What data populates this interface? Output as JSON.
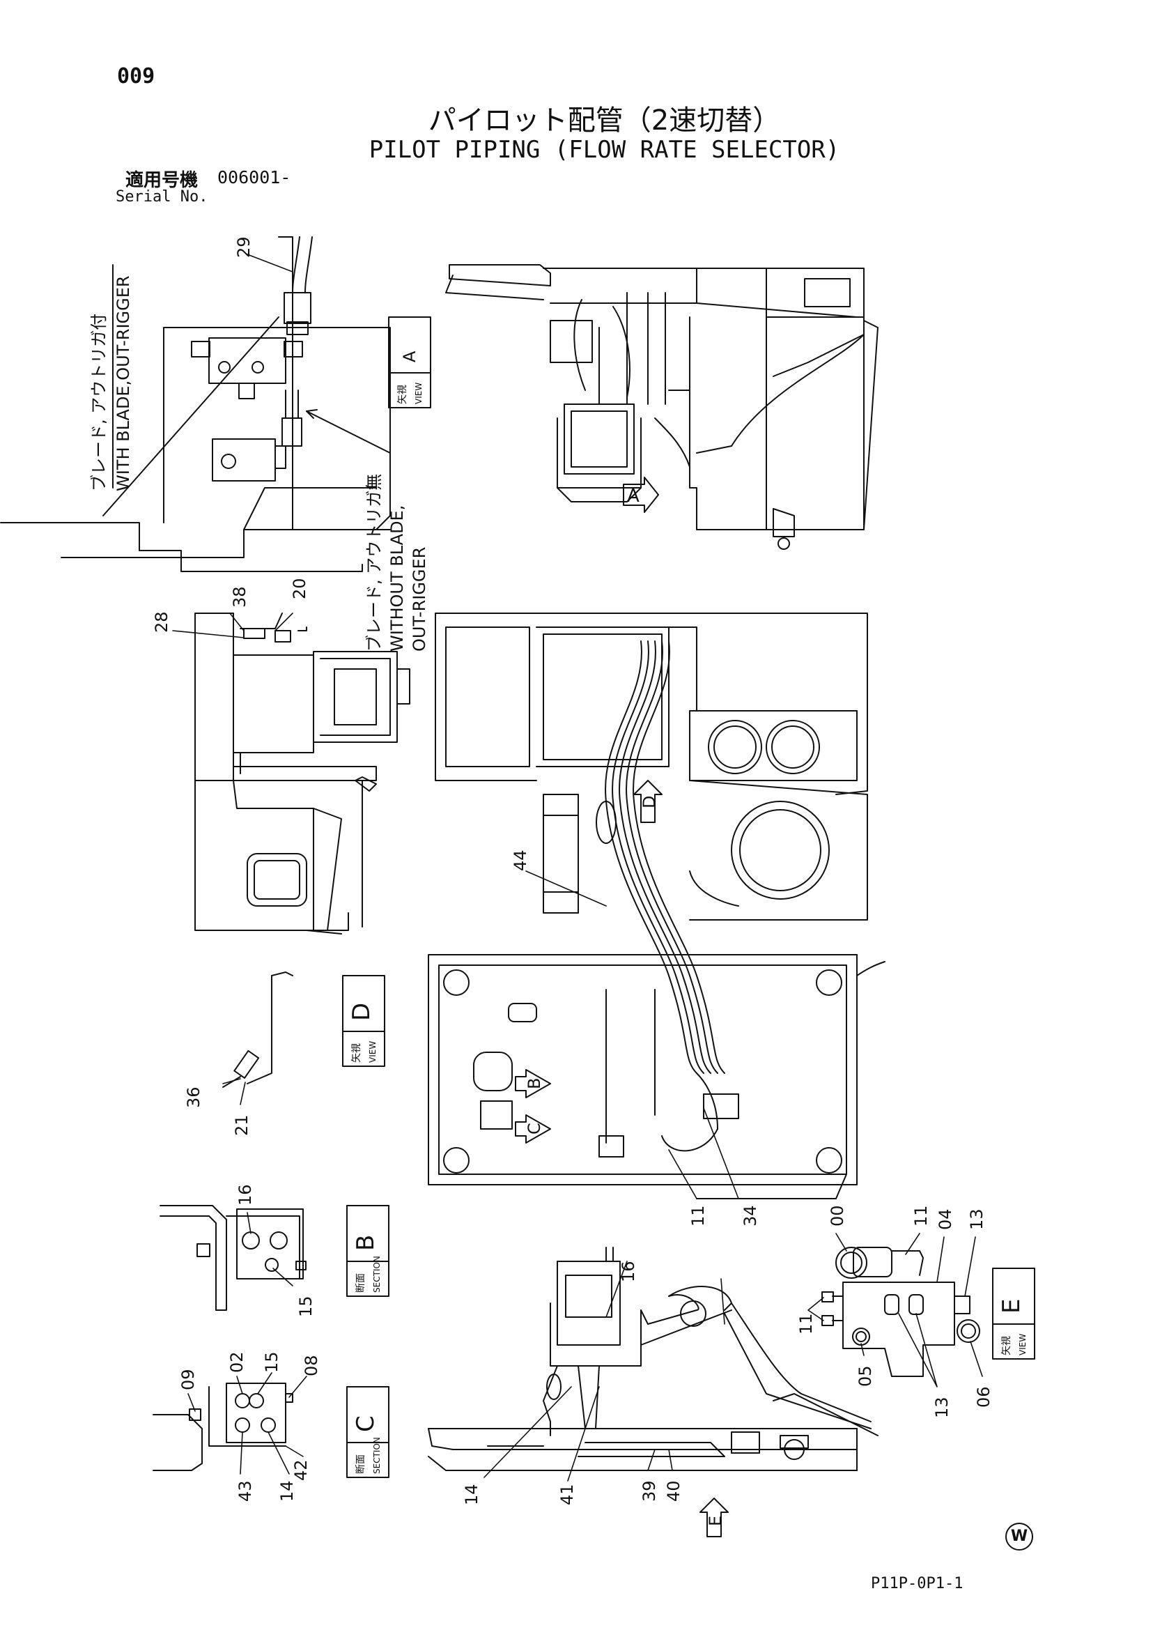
{
  "header": {
    "page_number": "009",
    "title_jp": "パイロット配管（2速切替）",
    "title_en": "PILOT PIPING (FLOW RATE SELECTOR)",
    "serial_label_jp": "適用号機",
    "serial_value": "006001-",
    "serial_label_en": "Serial No."
  },
  "footer": {
    "document_code": "P11P-0P1-1",
    "corner_mark": "W"
  },
  "notes": {
    "with_blade_jp": "ブレード, アウトリガ付",
    "with_blade_en": "WITH BLADE,OUT-RIGGER",
    "without_blade_jp": "ブレード, アウトリガ無",
    "without_blade_en_1": "WITHOUT BLADE,",
    "without_blade_en_2": "OUT-RIGGER"
  },
  "views": {
    "a": {
      "jp": "矢視",
      "en": "VIEW",
      "letter": "A"
    },
    "b": {
      "jp": "断面",
      "en": "SECTION",
      "letter": "B"
    },
    "c": {
      "jp": "断面",
      "en": "SECTION",
      "letter": "C"
    },
    "d": {
      "jp": "矢視",
      "en": "VIEW",
      "letter": "D"
    },
    "e": {
      "jp": "矢視",
      "en": "VIEW",
      "letter": "E"
    }
  },
  "arrows": {
    "a": "A",
    "b": "B",
    "c": "C",
    "d": "D",
    "e": "E"
  },
  "callouts": {
    "c29": "29",
    "c38": "38",
    "c20": "20",
    "c28": "28",
    "c44": "44",
    "c36": "36",
    "c21": "21",
    "c16a": "16",
    "c15a": "15",
    "c11a": "11",
    "c34": "34",
    "c00": "00",
    "c11b": "11",
    "c04": "04",
    "c13a": "13",
    "c11c": "11",
    "c05": "05",
    "c13b": "13",
    "c06": "06",
    "c16b": "16",
    "c09": "09",
    "c02": "02",
    "c15b": "15",
    "c08": "08",
    "c42": "42",
    "c43": "43",
    "c14a": "14",
    "c14b": "14",
    "c41": "41",
    "c39": "39",
    "c40": "40"
  }
}
